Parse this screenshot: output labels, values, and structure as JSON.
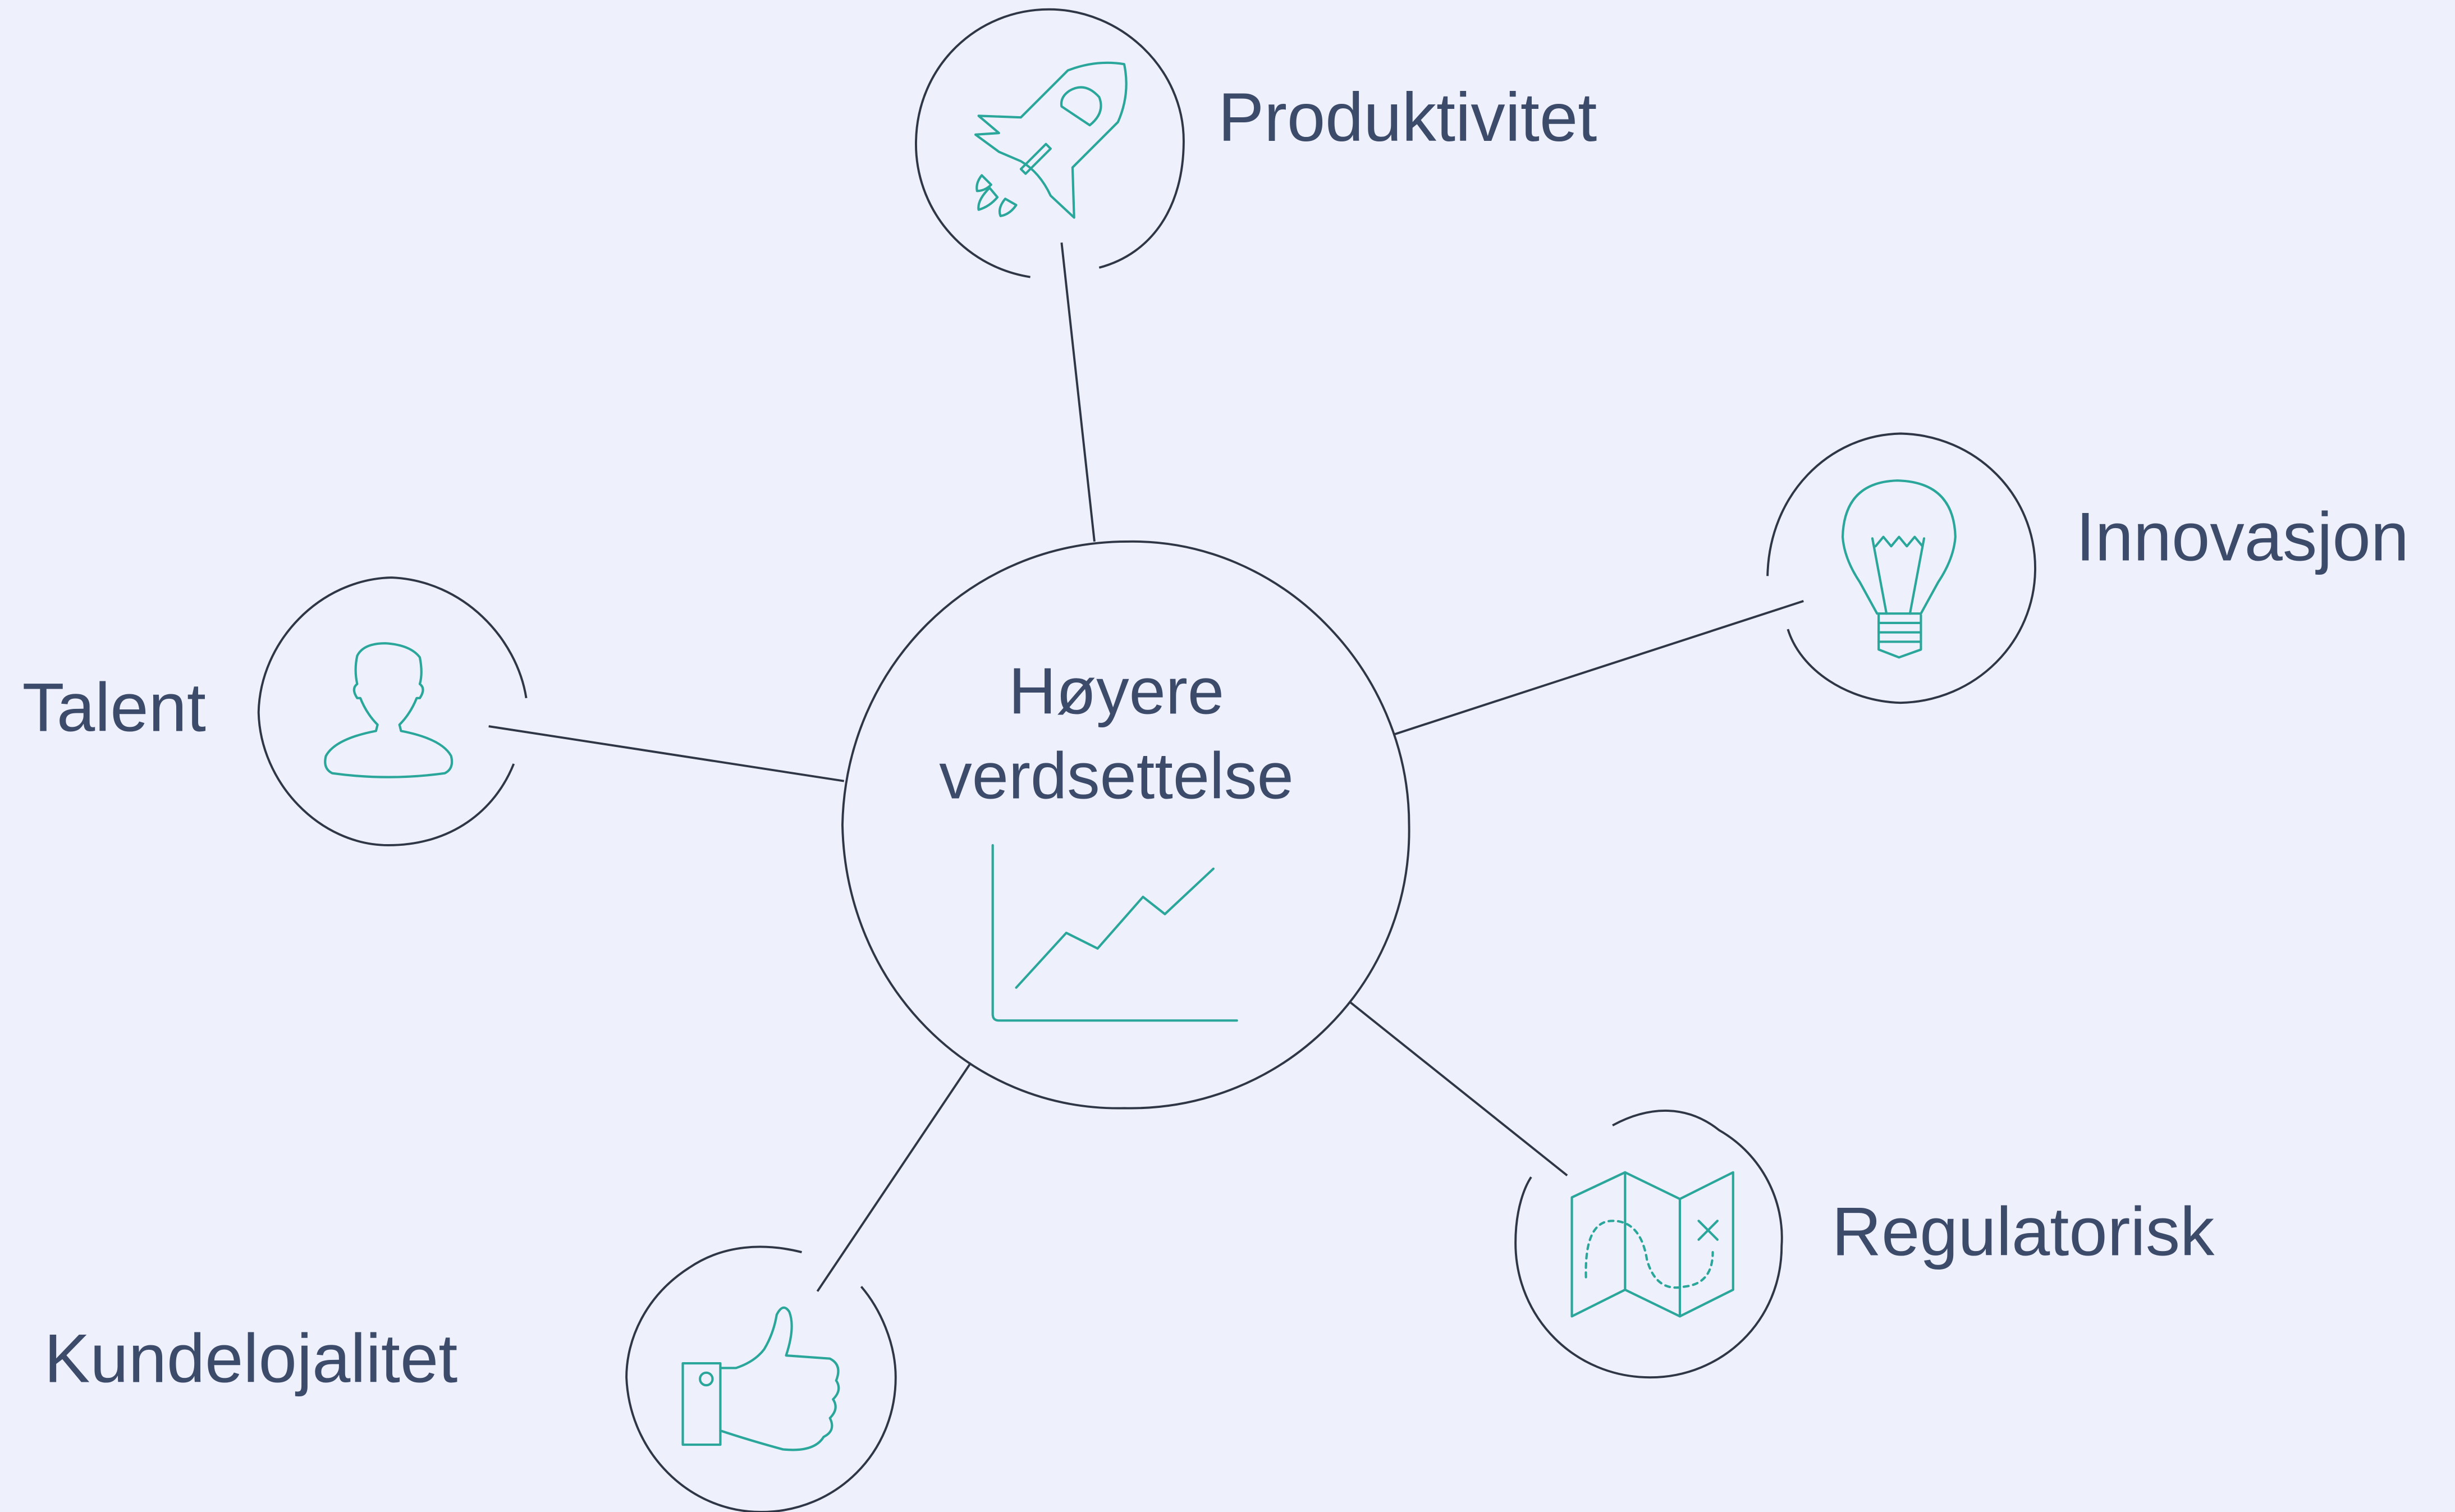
{
  "center": {
    "line1": "Høyere",
    "line2": "verdsettelse",
    "icon": "growth-chart-icon"
  },
  "nodes": {
    "productivity": {
      "label": "Produktivitet",
      "icon": "rocket-icon"
    },
    "innovation": {
      "label": "Innovasjon",
      "icon": "lightbulb-icon"
    },
    "talent": {
      "label": "Talent",
      "icon": "person-icon"
    },
    "regulatory": {
      "label": "Regulatorisk",
      "icon": "map-icon"
    },
    "loyalty": {
      "label": "Kundelojalitet",
      "icon": "thumbs-up-icon"
    }
  },
  "colors": {
    "background": "#eef0fc",
    "text": "#3d4b6b",
    "lines": "#2f3645",
    "icons": "#2aa69a"
  }
}
